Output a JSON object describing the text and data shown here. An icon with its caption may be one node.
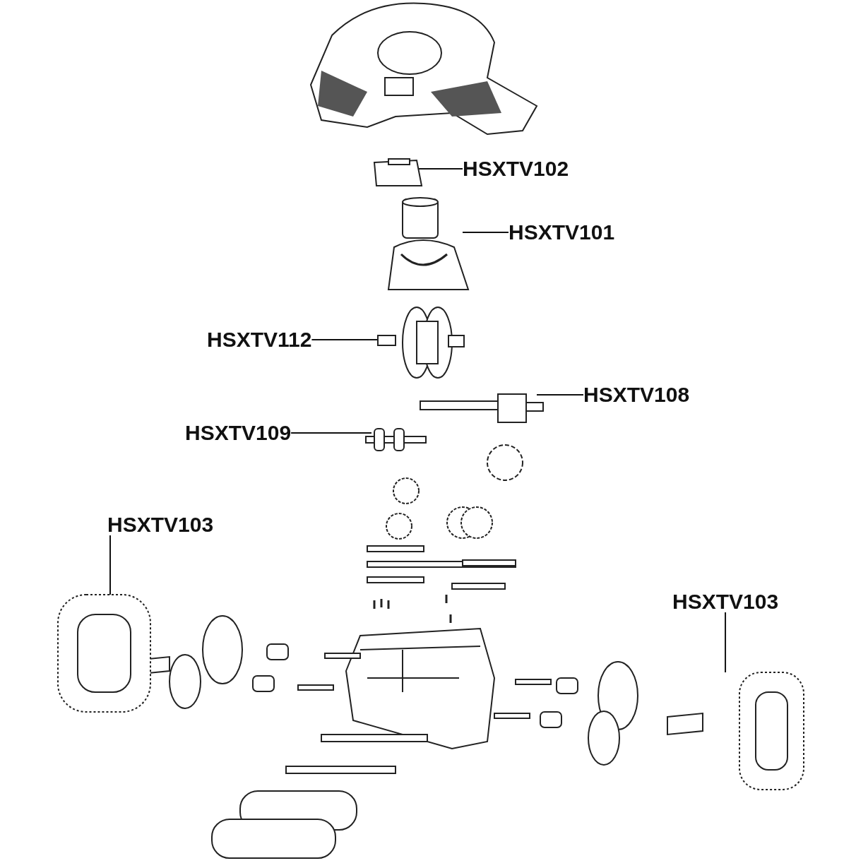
{
  "diagram": {
    "nodes": [
      {
        "text": [
          "HSXTV102"
        ]
      },
      {
        "text": [
          "HSXTV101"
        ]
      },
      {
        "text": [
          "HSXTV112"
        ]
      },
      {
        "text": [
          "HSXTV108"
        ]
      },
      {
        "text": [
          "HSXTV109"
        ]
      },
      {
        "text": [
          "HSXTV103"
        ]
      },
      {
        "text": [
          "HSXTV103"
        ]
      },
      {
        "text": [],
        "shape": "picture"
      },
      {
        "text": [],
        "shape": "picture"
      },
      {
        "text": [],
        "shape": "picture"
      },
      {
        "text": [],
        "shape": "picture"
      },
      {
        "text": [],
        "shape": "picture"
      },
      {
        "text": [],
        "shape": "picture"
      },
      {
        "text": [],
        "shape": "picture"
      }
    ],
    "edges": [
      {
        "from": 0,
        "to": 7,
        "arrow": "none"
      },
      {
        "from": 1,
        "to": 8,
        "arrow": "none"
      },
      {
        "from": 2,
        "to": 9,
        "arrow": "none"
      },
      {
        "from": 3,
        "to": 10,
        "arrow": "none"
      },
      {
        "from": 4,
        "to": 11,
        "arrow": "none"
      },
      {
        "from": 5,
        "to": 12,
        "arrow": "none"
      },
      {
        "from": 6,
        "to": 13,
        "arrow": "none"
      }
    ]
  }
}
